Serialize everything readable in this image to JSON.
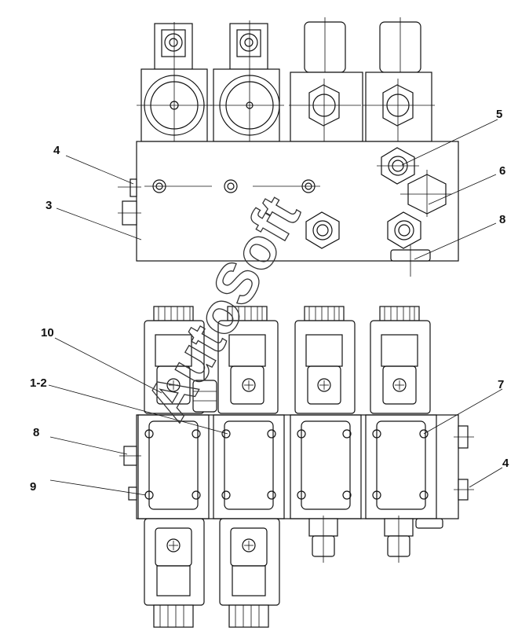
{
  "callouts": {
    "c4_top": "4",
    "c3": "3",
    "c5": "5",
    "c6": "6",
    "c8_top": "8",
    "c10": "10",
    "c12": "1-2",
    "c7": "7",
    "c8_bottom": "8",
    "c9": "9",
    "c4_bottom": "4"
  },
  "watermark": "AutoSoft",
  "colors": {
    "line": "#111111",
    "background": "#ffffff"
  }
}
